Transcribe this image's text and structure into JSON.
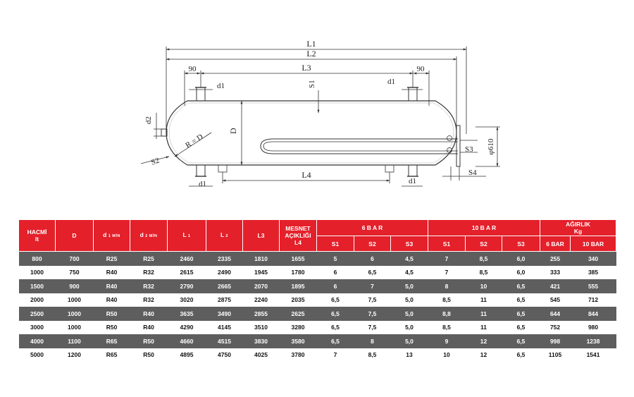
{
  "drawing": {
    "labels": {
      "L1": "L1",
      "L2": "L2",
      "L3": "L3",
      "L4": "L4",
      "d1": "d1",
      "d2": "d2",
      "D": "D",
      "R": "R = D",
      "S1": "S1",
      "S2": "S2",
      "S3": "S3",
      "S4": "S4",
      "dim90": "90",
      "phi": "φ610"
    }
  },
  "table": {
    "headers": {
      "hacmi": [
        "HACMİ",
        "lt"
      ],
      "d": "D",
      "d1": [
        "d",
        "1 MİN"
      ],
      "d2": [
        "d",
        "2 MİN"
      ],
      "l1": [
        "L",
        "1"
      ],
      "l2": [
        "L",
        "2"
      ],
      "l3": "L3",
      "mesnet": [
        "MESNET",
        "AÇIKLIĞI",
        "L4"
      ],
      "bar6": "6 B A R",
      "bar10": "10 B A R",
      "agirlik": [
        "AĞIRLIK",
        "Kg"
      ],
      "s1": "S1",
      "s2": "S2",
      "s3": "S3",
      "w6": "6 BAR",
      "w10": "10 BAR"
    },
    "rows": [
      [
        "800",
        "700",
        "R25",
        "R25",
        "2460",
        "2335",
        "1810",
        "1655",
        "5",
        "6",
        "4,5",
        "7",
        "8,5",
        "6,0",
        "255",
        "340"
      ],
      [
        "1000",
        "750",
        "R40",
        "R32",
        "2615",
        "2490",
        "1945",
        "1780",
        "6",
        "6,5",
        "4,5",
        "7",
        "8,5",
        "6,0",
        "333",
        "385"
      ],
      [
        "1500",
        "900",
        "R40",
        "R32",
        "2790",
        "2665",
        "2070",
        "1895",
        "6",
        "7",
        "5,0",
        "8",
        "10",
        "6,5",
        "421",
        "555"
      ],
      [
        "2000",
        "1000",
        "R40",
        "R32",
        "3020",
        "2875",
        "2240",
        "2035",
        "6,5",
        "7,5",
        "5,0",
        "8,5",
        "11",
        "6,5",
        "545",
        "712"
      ],
      [
        "2500",
        "1000",
        "R50",
        "R40",
        "3635",
        "3490",
        "2855",
        "2625",
        "6,5",
        "7,5",
        "5,0",
        "8,8",
        "11",
        "6,5",
        "644",
        "844"
      ],
      [
        "3000",
        "1000",
        "R50",
        "R40",
        "4290",
        "4145",
        "3510",
        "3280",
        "6,5",
        "7,5",
        "5,0",
        "8,5",
        "11",
        "6,5",
        "752",
        "980"
      ],
      [
        "4000",
        "1100",
        "R65",
        "R50",
        "4660",
        "4515",
        "3830",
        "3580",
        "6,5",
        "8",
        "5,0",
        "9",
        "12",
        "6,5",
        "998",
        "1238"
      ],
      [
        "5000",
        "1200",
        "R65",
        "R50",
        "4895",
        "4750",
        "4025",
        "3780",
        "7",
        "8,5",
        "13",
        "10",
        "12",
        "6,5",
        "1105",
        "1541"
      ]
    ]
  }
}
